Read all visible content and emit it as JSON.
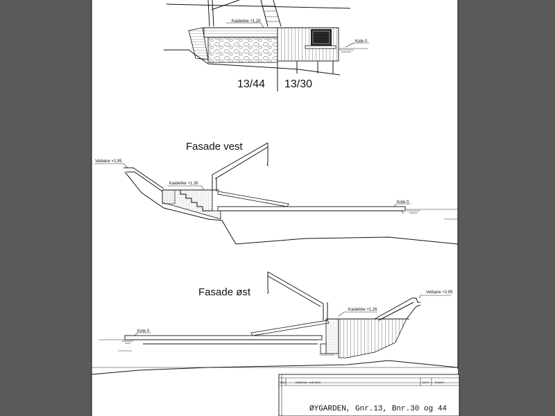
{
  "drawing": {
    "parcel_left": "13/44",
    "parcel_right": "13/30",
    "labels": {
      "kaidekke": "Kaidekke +1,26",
      "kote": "Kote 0",
      "veibane": "Veibane +2,95"
    },
    "views": {
      "vest": {
        "title": "Fasade vest"
      },
      "ost": {
        "title": "Fasade øst"
      }
    },
    "title_block": {
      "rev": "REV.",
      "endring": "ENDRING GJELDER",
      "dato": "DATO",
      "tegnet": "TEGNET",
      "project": "ØYGARDEN, Gnr.13, Bnr.30 og 44"
    }
  },
  "colors": {
    "background": "#5a5a5a",
    "paper": "#ffffff",
    "ink": "#111111"
  }
}
